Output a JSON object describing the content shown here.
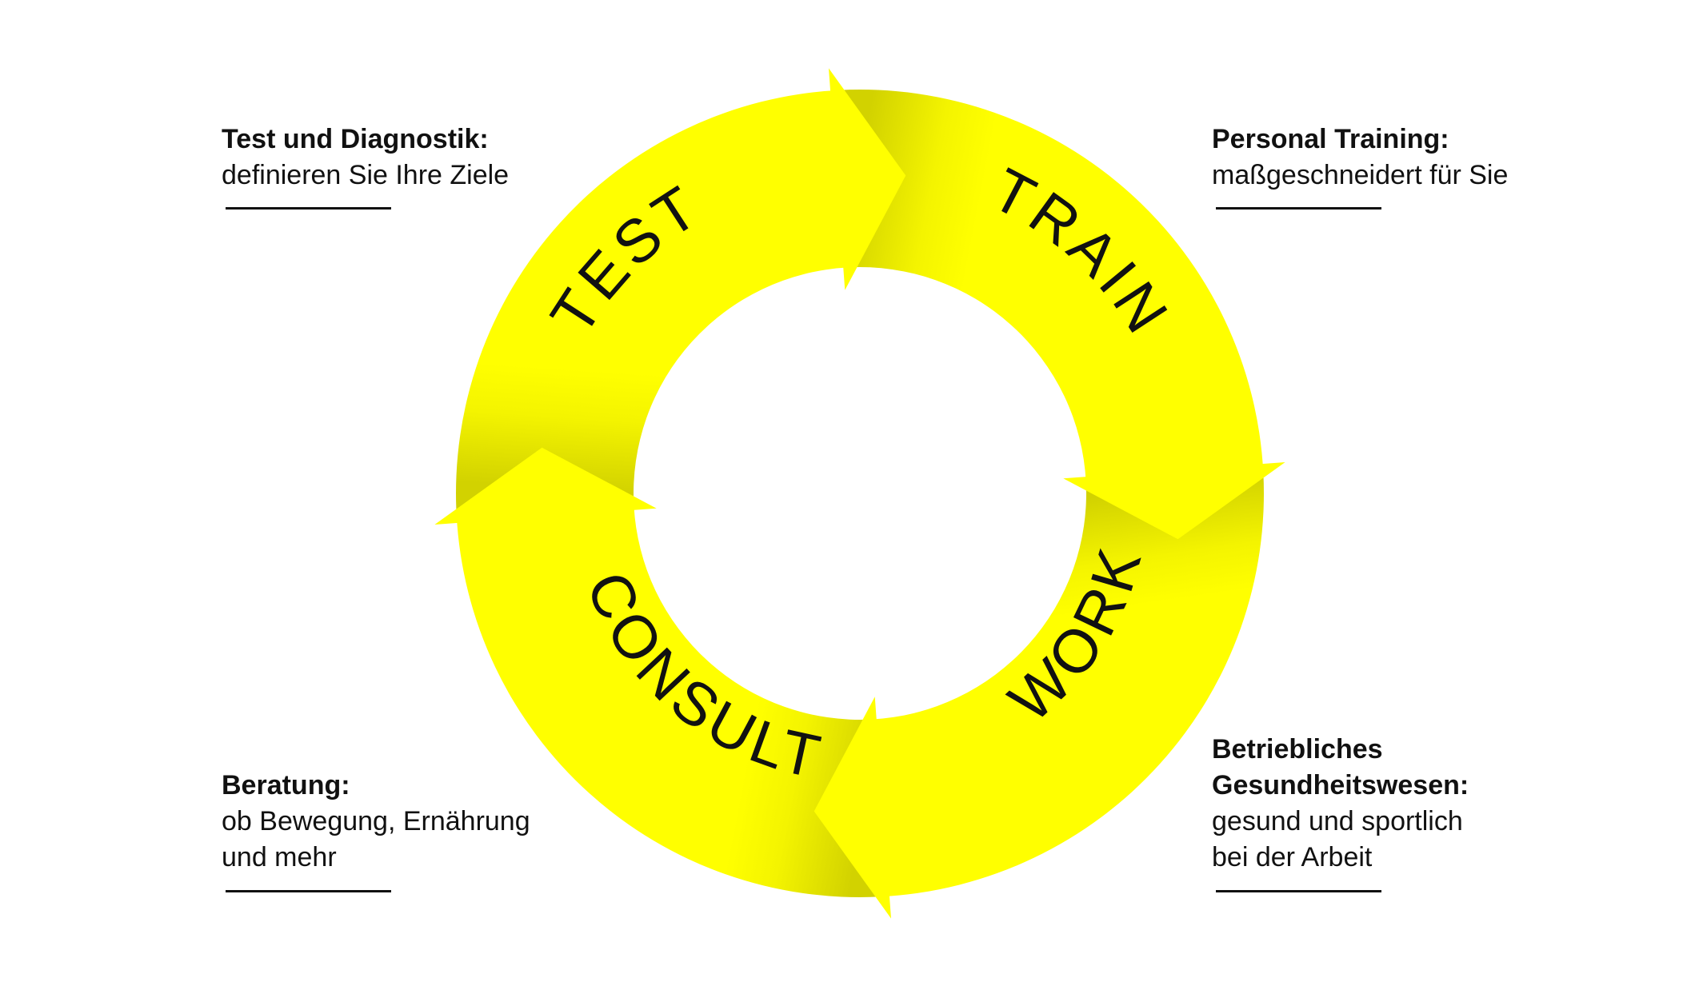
{
  "colors": {
    "ring": "#ffff00",
    "shade": "#d6d600",
    "text": "#111111",
    "background": "#ffffff"
  },
  "segments": {
    "test": "TEST",
    "train": "TRAIN",
    "work": "WORK",
    "consult": "CONSULT"
  },
  "captions": {
    "test": {
      "title": "Test und Diagnostik:",
      "lines": [
        "definieren Sie Ihre Ziele"
      ]
    },
    "train": {
      "title": "Personal Training:",
      "lines": [
        "maßgeschneidert für Sie"
      ]
    },
    "consult": {
      "title": "Beratung:",
      "lines": [
        "ob Bewegung, Ernährung",
        "und mehr"
      ]
    },
    "work": {
      "title_lines": [
        "Betriebliches",
        "Gesundheitswesen:"
      ],
      "lines": [
        "gesund und sportlich",
        "bei der Arbeit"
      ]
    }
  }
}
